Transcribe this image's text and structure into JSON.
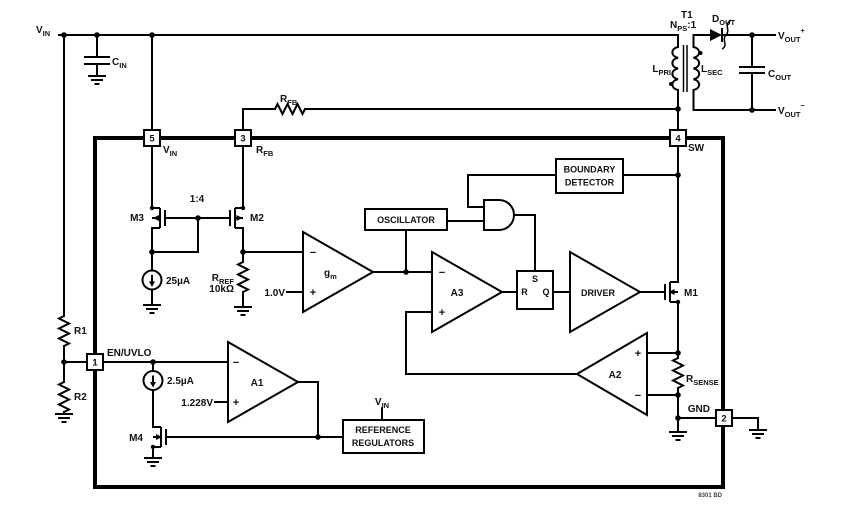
{
  "figure": {
    "note": "8301 BD"
  },
  "external": {
    "vin": [
      {
        "t": "V"
      },
      {
        "t": "IN",
        "s": "sub"
      }
    ],
    "cin": [
      {
        "t": "C"
      },
      {
        "t": "IN",
        "s": "sub"
      }
    ],
    "r1": "R1",
    "r2": "R2",
    "rfb": [
      {
        "t": "R"
      },
      {
        "t": "FB",
        "s": "sub"
      }
    ],
    "t1": "T1",
    "nps": [
      {
        "t": "N"
      },
      {
        "t": "PS",
        "s": "sub"
      },
      {
        "t": ":1"
      }
    ],
    "lpri": [
      {
        "t": "L"
      },
      {
        "t": "PRI",
        "s": "sub"
      }
    ],
    "lsec": [
      {
        "t": "L"
      },
      {
        "t": "SEC",
        "s": "sub"
      }
    ],
    "dout": [
      {
        "t": "D"
      },
      {
        "t": "OUT",
        "s": "sub"
      }
    ],
    "cout": [
      {
        "t": "C"
      },
      {
        "t": "OUT",
        "s": "sub"
      }
    ],
    "vout_plus": [
      {
        "t": "V"
      },
      {
        "t": "OUT",
        "s": "sub"
      },
      {
        "t": "+",
        "s": "sup"
      }
    ],
    "vout_minus": [
      {
        "t": "V"
      },
      {
        "t": "OUT",
        "s": "sub"
      },
      {
        "t": "−",
        "s": "sup"
      }
    ]
  },
  "pins": {
    "p5": {
      "num": "5",
      "label": [
        {
          "t": "V"
        },
        {
          "t": "IN",
          "s": "sub"
        }
      ]
    },
    "p3": {
      "num": "3",
      "label": [
        {
          "t": "R"
        },
        {
          "t": "FB",
          "s": "sub"
        }
      ]
    },
    "p4": {
      "num": "4",
      "label": "SW"
    },
    "p1": {
      "num": "1",
      "label": "EN/UVLO"
    },
    "p2": {
      "num": "2",
      "label": "GND"
    }
  },
  "internal": {
    "m1": "M1",
    "m2": "M2",
    "m3": "M3",
    "m4": "M4",
    "mirror_ratio": "1:4",
    "i_bias": "25µA",
    "i_en": "2.5µA",
    "rref": [
      {
        "t": "R"
      },
      {
        "t": "REF",
        "s": "sub"
      }
    ],
    "rref_value": "10kΩ",
    "rsense": [
      {
        "t": "R"
      },
      {
        "t": "SENSE",
        "s": "sub"
      }
    ],
    "vref_gm": "1.0V",
    "vref_a1": "1.228V",
    "gm": [
      {
        "t": "g"
      },
      {
        "t": "m",
        "s": "sub"
      }
    ],
    "oscillator": "OSCILLATOR",
    "boundary1": "BOUNDARY",
    "boundary2": "DETECTOR",
    "driver": "DRIVER",
    "a1": "A1",
    "a2": "A2",
    "a3": "A3",
    "latch_s": "S",
    "latch_r": "R",
    "latch_q": "Q",
    "ref_reg1": "REFERENCE",
    "ref_reg2": "REGULATORS",
    "vin_ref": [
      {
        "t": "V"
      },
      {
        "t": "IN",
        "s": "sub"
      }
    ],
    "plus": "+",
    "minus": "−"
  }
}
